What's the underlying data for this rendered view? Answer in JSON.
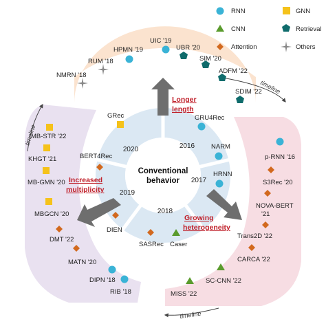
{
  "center": {
    "line1": "Conventional",
    "line2": "behavior"
  },
  "years": [
    "2016",
    "2017",
    "2018",
    "2019",
    "2020"
  ],
  "highlights": {
    "longer": [
      "Longer",
      "length"
    ],
    "multiplicity": [
      "Increased",
      "multiplicity"
    ],
    "heterogeneity": [
      "Growing",
      "heterogeneity"
    ]
  },
  "legend": {
    "rnn": "RNN",
    "gnn": "GNN",
    "cnn": "CNN",
    "retrieval": "Retrieval",
    "attention": "Attention",
    "others": "Others"
  },
  "timeline": "timeline",
  "colors": {
    "rnn": "#3ab3d6",
    "gnn": "#f5c21a",
    "cnn": "#5a9b2d",
    "retrieval": "#0f6c6c",
    "attention": "#d2691e",
    "others": "#888888",
    "highlight": "#c0202a",
    "ring_top": "#fbe3cf",
    "ring_left": "#e9e1f0",
    "ring_right": "#f7dde3",
    "inner_ring": "#dbe8f3"
  },
  "models": {
    "nmrn": "NMRN '18",
    "rum": "RUM '18",
    "hpmn": "HPMN '19",
    "uic": "UIC '19",
    "ubr": "UBR '20",
    "sim": "SIM '20",
    "adfm": "ADFM '22",
    "sdim": "SDIM '22",
    "grec": "GRec",
    "gru4rec": "GRU4Rec",
    "narm": "NARM",
    "hrnn": "HRNN",
    "bert4rec": "BERT4Rec",
    "dien": "DIEN",
    "sasrec": "SASRec",
    "caser": "Caser",
    "mbstr": "MB-STR '22",
    "khgt": "KHGT '21",
    "mbgmn": "MB-GMN '20",
    "mbgcn": "MBGCN '20",
    "dmt": "DMT '22",
    "matn": "MATN '20",
    "dipn": "DIPN '18",
    "rib": "RIB '18",
    "prnn": "p-RNN '16",
    "s3rec": "S3Rec '20",
    "novabert": [
      "NOVA-BERT",
      "'21"
    ],
    "trans2d": "Trans2D '22",
    "carca": "CARCA '22",
    "sccnn": "SC-CNN '22",
    "miss": "MISS '22"
  }
}
